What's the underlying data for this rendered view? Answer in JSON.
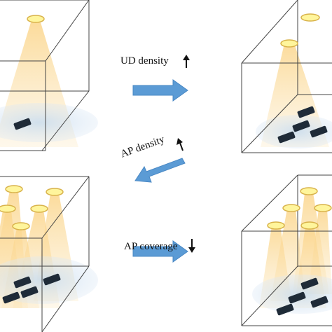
{
  "labels": {
    "ud_density": "UD density",
    "ap_density": "AP density",
    "ap_coverage": "AP coverage"
  },
  "indicators": {
    "ud_density": "increase",
    "ap_density": "increase",
    "ap_coverage": "decrease"
  },
  "colors": {
    "arrow_blue": "#5b9bd5",
    "beam_yellow": "#fbd58a",
    "ap_light": "#fff59c",
    "ap_ring": "#d8b24a",
    "floor_blue": "#c8dcef",
    "device": "#1f2b38",
    "box_line": "#444444"
  },
  "icons": {
    "access_point": "ceiling-light-ellipse",
    "user_device": "phone-icon"
  }
}
